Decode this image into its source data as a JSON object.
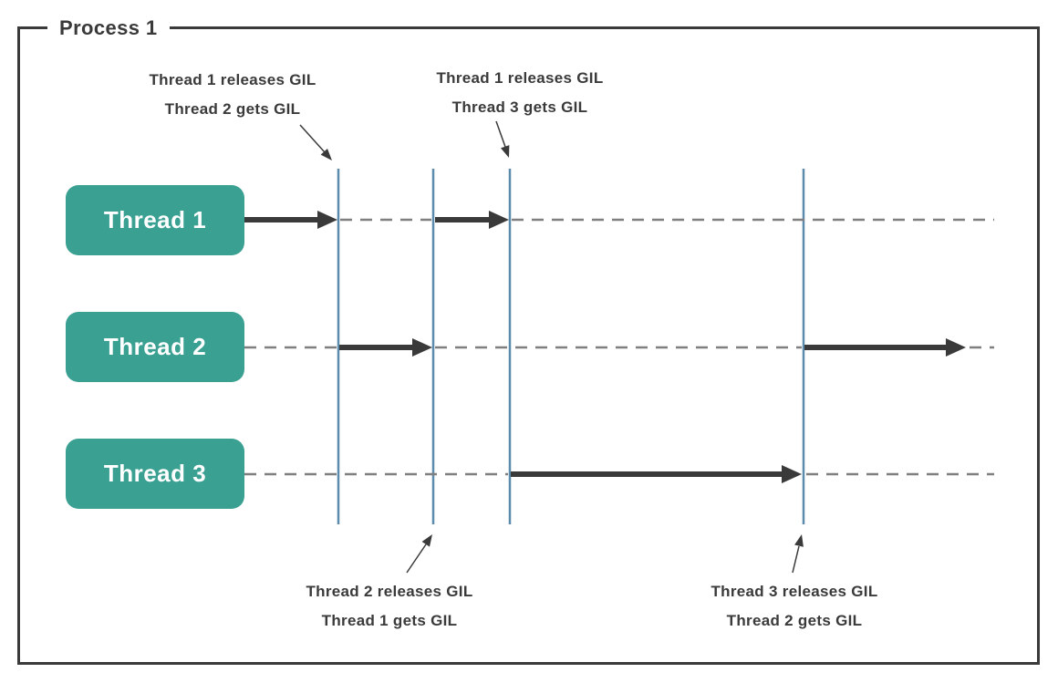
{
  "process": {
    "title": "Process 1"
  },
  "threads": [
    {
      "label": "Thread 1",
      "segments": [
        "running",
        "waiting",
        "running",
        "waiting"
      ]
    },
    {
      "label": "Thread 2",
      "segments": [
        "waiting",
        "running",
        "waiting",
        "running"
      ]
    },
    {
      "label": "Thread 3",
      "segments": [
        "waiting",
        "running",
        "waiting"
      ]
    }
  ],
  "annotations": {
    "top_left": {
      "line1": "Thread 1 releases GIL",
      "line2": "Thread 2 gets GIL"
    },
    "top_right": {
      "line1": "Thread 1 releases GIL",
      "line2": "Thread 3 gets GIL"
    },
    "bottom_left": {
      "line1": "Thread 2 releases GIL",
      "line2": "Thread 1 gets GIL"
    },
    "bottom_right": {
      "line1": "Thread 3 releases GIL",
      "line2": "Thread 2 gets GIL"
    }
  },
  "colors": {
    "thread_box": "#39a092",
    "gil_switch_line": "#5b8cad",
    "execution_arrow": "#3a3a3a",
    "waiting_dash": "#7f7f7f",
    "frame_border": "#3a3a3a",
    "label_text": "#ffffff",
    "annotation_text": "#3a3a3a"
  }
}
